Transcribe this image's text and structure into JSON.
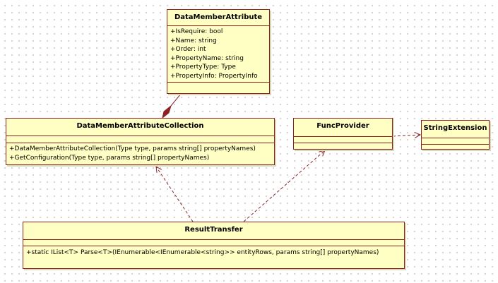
{
  "diagram": {
    "classes": {
      "data_member_attribute": {
        "name": "DataMemberAttribute",
        "attributes": [
          "+IsRequire: bool",
          "+Name: string",
          "+Order: int",
          "+PropertyName: string",
          "+PropertyType: Type",
          "+PropertyInfo: PropertyInfo"
        ],
        "operations": []
      },
      "data_member_attribute_collection": {
        "name": "DataMemberAttributeCollection",
        "attributes": [],
        "operations": [
          "+DataMemberAttributeCollection(Type type, params string[] propertyNames)",
          "+GetConfiguration(Type type, params string[] propertyNames)"
        ]
      },
      "func_provider": {
        "name": "FuncProvider",
        "attributes": [],
        "operations": []
      },
      "string_extension": {
        "name": "StringExtension",
        "attributes": [],
        "operations": []
      },
      "result_transfer": {
        "name": "ResultTransfer",
        "attributes": [],
        "operations": [
          "+static IList<T> Parse<T>(IEnumerable<IEnumerable<string>> entityRows, params string[] propertyNames)"
        ]
      }
    },
    "relationships": [
      {
        "type": "composition",
        "from": "data_member_attribute_collection",
        "to": "data_member_attribute"
      },
      {
        "type": "dependency",
        "from": "func_provider",
        "to": "string_extension"
      },
      {
        "type": "dependency",
        "from": "result_transfer",
        "to": "data_member_attribute_collection"
      },
      {
        "type": "dependency",
        "from": "result_transfer",
        "to": "func_provider"
      }
    ],
    "colors": {
      "class_fill": "#ffffc4",
      "class_border": "#8b2323",
      "connector": "#8b2323"
    }
  }
}
